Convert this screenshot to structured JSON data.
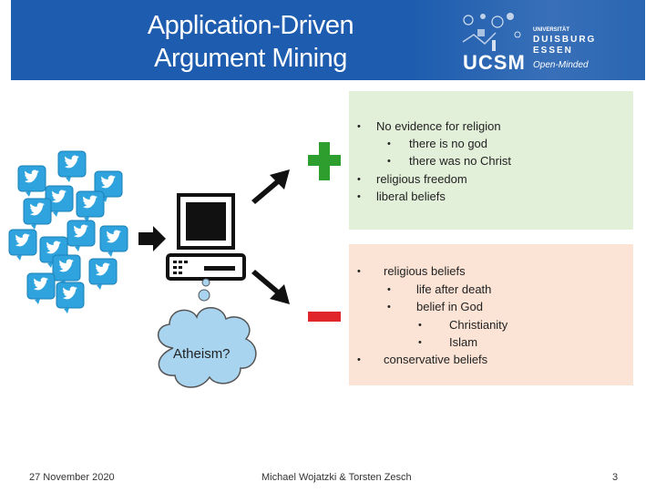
{
  "slide": {
    "title_line1": "Application-Driven",
    "title_line2": "Argument Mining",
    "logo": {
      "ucsm_text": "UCSM",
      "ude_small": "UNIVERSITÄT",
      "ude_line1": "DUISBURG",
      "ude_line2": "ESSEN",
      "tagline": "Open-Minded"
    },
    "thought_bubble_text": "Atheism?",
    "positive_box": {
      "items": [
        {
          "text": "No evidence for religion",
          "level": 0
        },
        {
          "text": "there is no god",
          "level": 1
        },
        {
          "text": "there was no Christ",
          "level": 1
        },
        {
          "text": "religious freedom",
          "level": 0
        },
        {
          "text": "liberal beliefs",
          "level": 0
        }
      ],
      "color": "#e2efd9",
      "sign_color": "#2e9e2e"
    },
    "negative_box": {
      "items": [
        {
          "text": "religious beliefs",
          "level": 0
        },
        {
          "text": "life after death",
          "level": 1
        },
        {
          "text": "belief in God",
          "level": 1
        },
        {
          "text": "Christianity",
          "level": 2
        },
        {
          "text": "Islam",
          "level": 2
        },
        {
          "text": "conservative beliefs",
          "level": 0
        }
      ],
      "color": "#fbe4d5",
      "sign_color": "#e0262a"
    },
    "icons": [
      "twitter-bird-icon",
      "computer-icon",
      "arrow-right-icon",
      "plus-icon",
      "minus-icon",
      "thought-cloud-icon"
    ],
    "footer": {
      "date": "27 November 2020",
      "authors": "Michael Wojatzki & Torsten Zesch",
      "page": "3"
    },
    "accent_color": "#1d5cae",
    "tweet_color": "#2ea3de"
  }
}
